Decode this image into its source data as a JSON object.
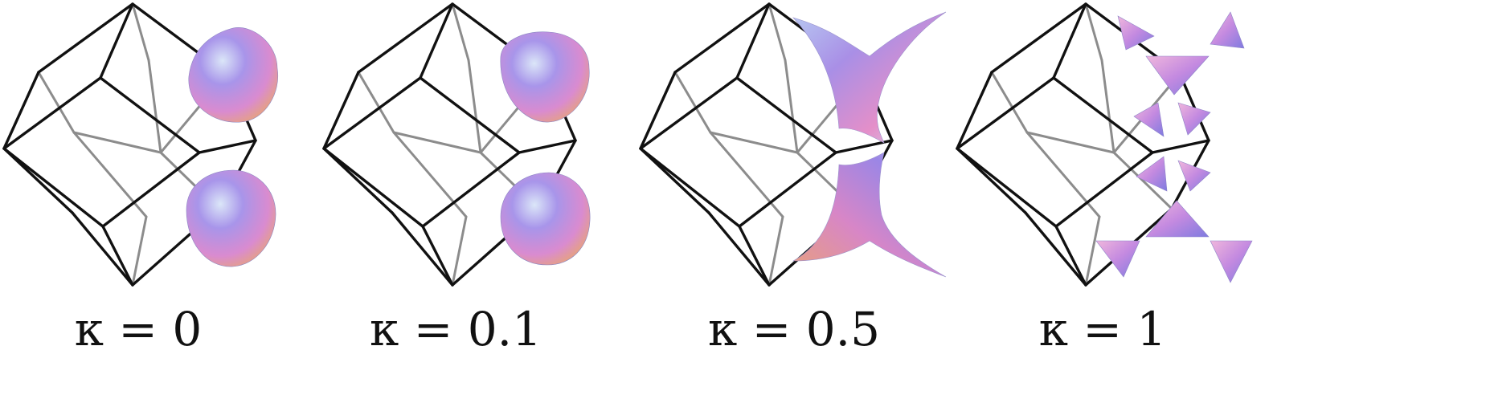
{
  "figure": {
    "panels": [
      {
        "id": "k0",
        "label": "κ = 0",
        "kappa": 0
      },
      {
        "id": "k01",
        "label": "κ = 0.1",
        "kappa": 0.1
      },
      {
        "id": "k05",
        "label": "κ = 0.5",
        "kappa": 0.5
      },
      {
        "id": "k1",
        "label": "κ = 1",
        "kappa": 1
      }
    ],
    "colors": {
      "front_edge": "#111111",
      "back_edge": "#8c8c8c",
      "surface_pink": "#e38ac4",
      "surface_violet": "#8e7ae0",
      "surface_light": "#cfe3f4",
      "surface_orange": "#e4a27c"
    }
  }
}
